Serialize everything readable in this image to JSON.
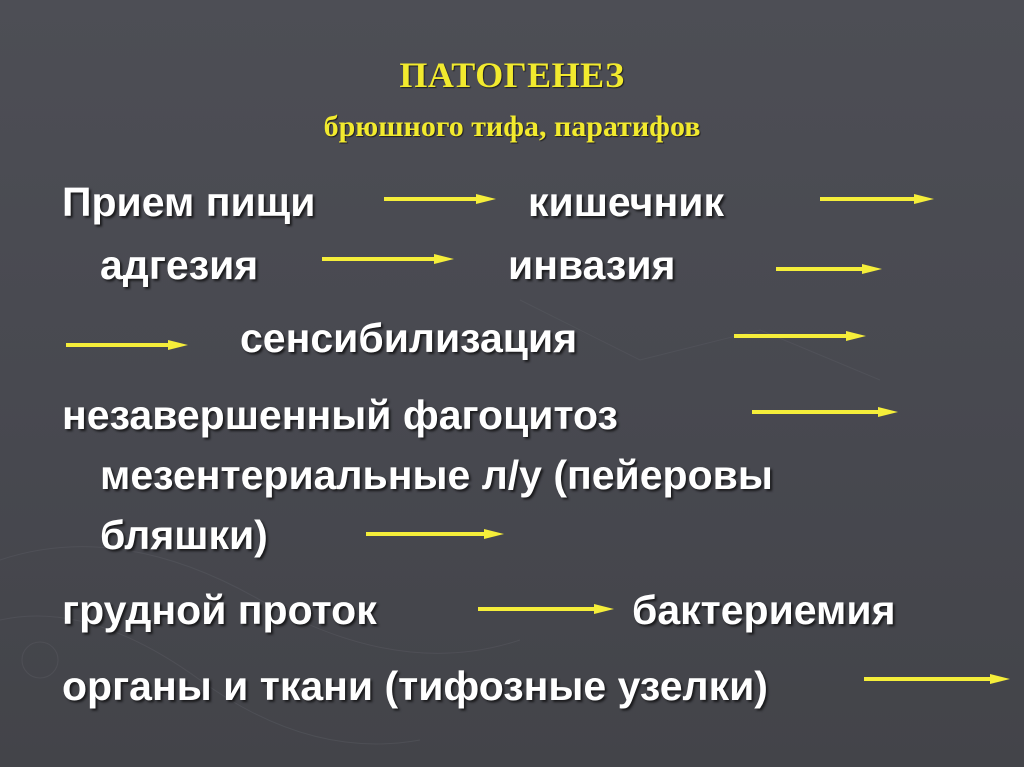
{
  "slide": {
    "title": "ПАТОГЕНЕЗ",
    "subtitle": "брюшного тифа, паратифов",
    "accent_color": "#f2ea2e",
    "arrow_color": "#f5ee3a",
    "text_color": "#ffffff",
    "background_color": "#4a4b52",
    "lines": [
      "Прием пищи",
      "кишечник",
      "адгезия",
      "инвазия",
      "сенсибилизация",
      "незавершенный фагоцитоз",
      "мезентериальные л/у (пейеровы",
      "бляшки)",
      "грудной проток",
      "бактериемия",
      "органы и ткани (тифозные узелки)"
    ]
  }
}
